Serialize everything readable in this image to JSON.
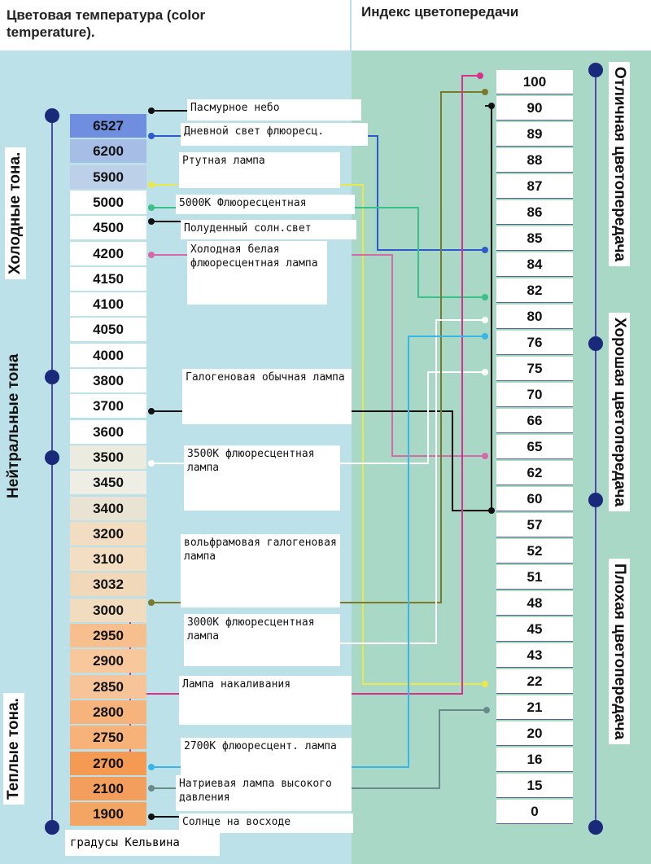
{
  "header": {
    "color_temp_title_line1": "Цветовая температура (color",
    "color_temp_title_line2": "temperature).",
    "cri_title": "Индекс цветопередачи"
  },
  "left_groups": {
    "cold": "Холодные тона.",
    "neutral": "Нейтральные тона",
    "warm": "Теплые тона."
  },
  "right_groups": {
    "excellent": "Отличная цветопередача",
    "good": "Хорошая цветопередача",
    "poor": "Плохая цветопередача"
  },
  "kelvin_values": [
    "6527",
    "6200",
    "5900",
    "5000",
    "4500",
    "4200",
    "4150",
    "4100",
    "4050",
    "4000",
    "3800",
    "3700",
    "3600",
    "3500",
    "3450",
    "3400",
    "3200",
    "3100",
    "3032",
    "3000",
    "2950",
    "2900",
    "2850",
    "2800",
    "2750",
    "2700",
    "2100",
    "1900"
  ],
  "kelvin_colors": [
    "#6f8ee0",
    "#a6bde6",
    "#bdd0ea",
    "#ffffff",
    "#ffffff",
    "#ffffff",
    "#ffffff",
    "#ffffff",
    "#ffffff",
    "#ffffff",
    "#ffffff",
    "#ffffff",
    "#ffffff",
    "#ecebdf",
    "#efeee4",
    "#e8e3d2",
    "#f2ddc2",
    "#f3dec4",
    "#f1d8b9",
    "#f2dcbf",
    "#f8bf8e",
    "#f8c89c",
    "#f7c49a",
    "#f6b47c",
    "#f7b27a",
    "#f49a52",
    "#f39e5c",
    "#f4a463"
  ],
  "cri_values": [
    "100",
    "90",
    "89",
    "88",
    "87",
    "86",
    "85",
    "84",
    "82",
    "80",
    "76",
    "75",
    "70",
    "66",
    "65",
    "62",
    "60",
    "57",
    "52",
    "51",
    "48",
    "45",
    "43",
    "22",
    "21",
    "20",
    "16",
    "15",
    "0"
  ],
  "sources": [
    "Пасмурное небо",
    "Дневной свет флюоресц.",
    "Ртутная лампа",
    "5000К Флюоресцентная",
    "Полуденный солн.свет",
    "Холодная белая флюоресцентная лампа",
    "Галогеновая обычная лампа",
    "3500К флюоресцентная лампа",
    "вольфрамовая галогеновая лампа",
    "3000К флюоресцентная лампа",
    "Лампа накаливания",
    "2700К флюоресцент. лампа",
    "Натриевая лампа высокого давления",
    "Солнце на восходе"
  ],
  "footer": "градусы Кельвина",
  "colors": {
    "axis_line": "#4a4ab0",
    "axis_dot": "#1a2a7a",
    "cyan_line": "#38b6e8",
    "magenta_line": "#d8308c",
    "pink_line": "#d46aa8",
    "yellow_line": "#e8e84a",
    "green_line": "#3cc08a",
    "olive_line": "#7a7a2a",
    "blue_line": "#2e5acc",
    "black_line": "#111111",
    "white_line": "#ffffff",
    "gray_line": "#6a8a8a"
  }
}
